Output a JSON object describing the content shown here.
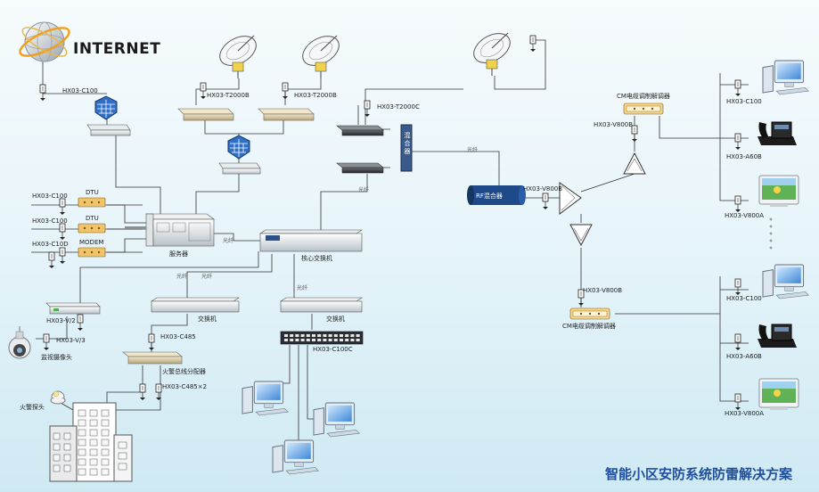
{
  "internet_label": "INTERNET",
  "title": "智能小区安防系统防雷解决方案",
  "labels": {
    "c100_internet": "HX03-C100",
    "t2000b_1": "HX03-T2000B",
    "t2000b_2": "HX03-T2000B",
    "t2000c": "HX03-T2000C",
    "dtu_1": "DTU",
    "dtu_2": "DTU",
    "modem": "MODEM",
    "c100_a": "HX03-C100",
    "c100_b": "HX03-C100",
    "c10d": "HX03-C10D",
    "server": "服务器",
    "core_switch": "核心交换机",
    "fiber_1": "光纤",
    "fiber_2": "光纤",
    "fiber_3": "光纤",
    "fiber_4": "光纤",
    "fiber_5": "光纤",
    "fiber_6": "光纤",
    "switch_1": "交换机",
    "switch_2": "交换机",
    "c485": "HX03-C485",
    "c100c": "HX03-C100C",
    "fire_bus": "火警总线分配器",
    "c485x2": "HX03-C485×2",
    "v2": "HX03-V/2",
    "v3": "HX03-V/3",
    "camera": "监视摄像头",
    "fire_detector": "火警探头",
    "rf_combiner": "RF混合器",
    "mixer": "混合器",
    "v800b_1": "HX03-V800B",
    "v800b_2": "HX03-V800B",
    "v800b_3": "HX03-V800B",
    "cm_modem_1": "CM电缆调制解调器",
    "cm_modem_2": "CM电缆调制解调器",
    "r_c100_1": "HX03-C100",
    "r_a60b_1": "HX03-A60B",
    "r_v800a_1": "HX03-V800A",
    "r_c100_2": "HX03-C100",
    "r_a60b_2": "HX03-A60B",
    "r_v800a_2": "HX03-V800A"
  },
  "colors": {
    "line": "#333333",
    "title": "#1f4f9c",
    "firewall": "#2f6fc7",
    "mixer": "#3a5a8a",
    "rf_combiner": "#1e4a8a",
    "amplifier_fill": "#ffffff",
    "modem_box": "#f2c46a"
  }
}
